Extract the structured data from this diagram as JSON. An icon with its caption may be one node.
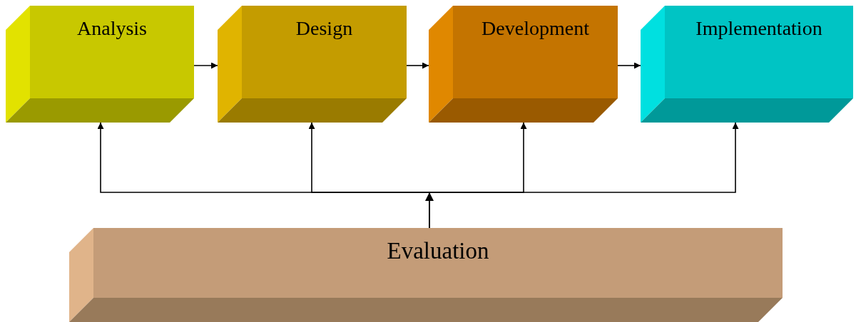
{
  "diagram": {
    "nodes": [
      {
        "text": [
          "Analysis"
        ]
      },
      {
        "text": [
          "Design"
        ]
      },
      {
        "text": [
          "Development"
        ]
      },
      {
        "text": [
          "Implementation"
        ]
      },
      {
        "text": [
          "Evaluation"
        ]
      }
    ],
    "edges": [
      {
        "from": 0,
        "to": 1,
        "arrow": "to"
      },
      {
        "from": 1,
        "to": 2,
        "arrow": "to"
      },
      {
        "from": 2,
        "to": 3,
        "arrow": "to"
      },
      {
        "from": 4,
        "to": 0,
        "arrow": "to"
      },
      {
        "from": 4,
        "to": 1,
        "arrow": "to"
      },
      {
        "from": 4,
        "to": 2,
        "arrow": "to"
      },
      {
        "from": 4,
        "to": 3,
        "arrow": "to"
      }
    ]
  }
}
